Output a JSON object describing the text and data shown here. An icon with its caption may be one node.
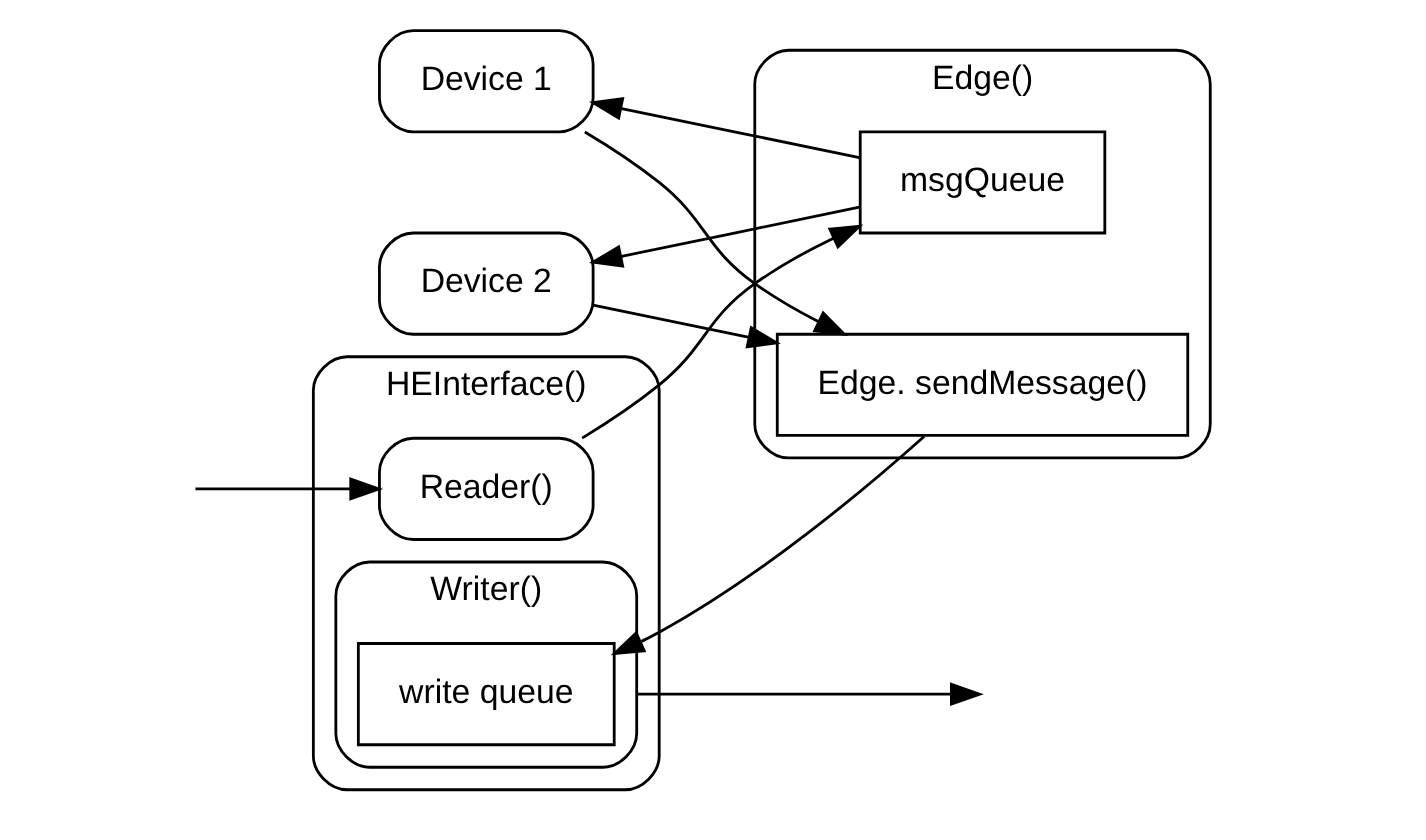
{
  "diagram": {
    "nodes": [
      {
        "text": [
          "Device 1"
        ]
      },
      {
        "text": [
          "Device 2"
        ]
      },
      {
        "text": [
          "Edge()"
        ]
      },
      {
        "text": [
          "msgQueue"
        ],
        "in": 2
      },
      {
        "text": [
          "Edge. sendMessage()"
        ],
        "in": 2
      },
      {
        "text": [
          "HEInterface()"
        ]
      },
      {
        "text": [
          "Writer()"
        ],
        "in": 5
      },
      {
        "text": [
          "write queue"
        ],
        "in": 6
      },
      {
        "text": [
          "Reader()"
        ],
        "in": 5
      }
    ],
    "edges": [
      {
        "from": 3,
        "to": 0,
        "arrow": "to"
      },
      {
        "from": 0,
        "to": 4,
        "arrow": "to"
      },
      {
        "from": 3,
        "to": 1,
        "arrow": "to"
      },
      {
        "from": 1,
        "to": 4,
        "arrow": "to"
      },
      {
        "from": 8,
        "to": 3,
        "arrow": "to"
      },
      {
        "from": 4,
        "to": 7,
        "arrow": "to"
      },
      {
        "from": 6,
        "to": null,
        "arrow": "to"
      },
      {
        "from": null,
        "to": 8,
        "arrow": "to"
      }
    ]
  }
}
